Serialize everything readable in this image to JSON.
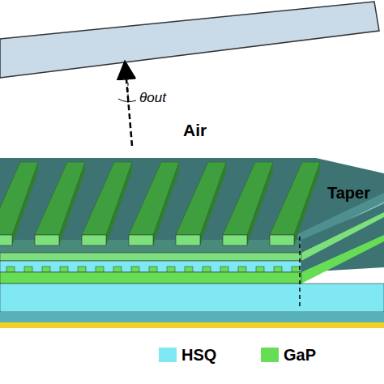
{
  "diagram": {
    "labels": [
      "θout",
      "Air",
      "Taper"
    ],
    "legend": [
      {
        "text": "HSQ",
        "color": "#7fe8f2"
      },
      {
        "text": "GaP",
        "color": "#66dd55"
      }
    ]
  }
}
